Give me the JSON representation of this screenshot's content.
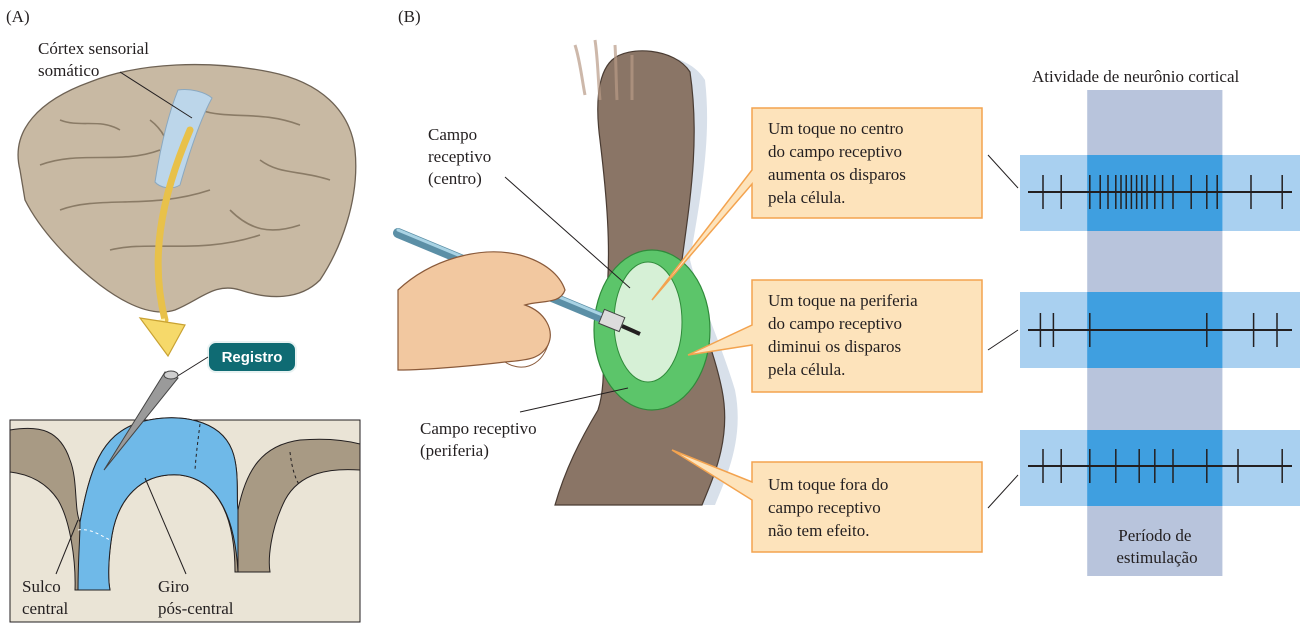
{
  "panel_a": {
    "letter": "(A)",
    "cortex_label": [
      "Córtex sensorial",
      "somático"
    ],
    "recording_badge": "Registro",
    "sulcus_label": [
      "Sulco",
      "central"
    ],
    "gyrus_label": [
      "Giro",
      "pós-central"
    ]
  },
  "panel_b": {
    "letter": "(B)",
    "center_label": [
      "Campo",
      "receptivo",
      "(centro)"
    ],
    "periphery_label": [
      "Campo receptivo",
      "(periferia)"
    ],
    "callouts": [
      {
        "lines": [
          "Um toque no centro",
          "do campo receptivo",
          "aumenta os disparos",
          "pela célula."
        ]
      },
      {
        "lines": [
          "Um toque na periferia",
          "do campo receptivo",
          "diminui os disparos",
          "pela célula."
        ]
      },
      {
        "lines": [
          "Um toque fora do",
          "campo receptivo",
          "não tem efeito."
        ]
      }
    ],
    "activity_title": "Atividade de neurônio cortical",
    "stimulation_label": [
      "Período de",
      "estimulação"
    ]
  },
  "colors": {
    "callout_fill": "#fde3bb",
    "callout_stroke": "#f3a34f",
    "trace_band": "#a9d0f0",
    "trace_band_active": "#3f9fe0",
    "stimulation_column": "#b8c4dc",
    "badge": "#0f6b73",
    "cortex_highlight": "#bcd6ea",
    "brain": "#c8b9a3",
    "section_blue": "#6fb9e8",
    "field_center": "#d6f0d6",
    "field_periphery": "#5cc56a"
  },
  "spike_trains": [
    {
      "condition": "center",
      "spike_times": [
        0.05,
        0.12,
        0.23,
        0.27,
        0.3,
        0.33,
        0.35,
        0.37,
        0.39,
        0.41,
        0.43,
        0.45,
        0.48,
        0.51,
        0.55,
        0.62,
        0.68,
        0.72,
        0.85,
        0.97
      ]
    },
    {
      "condition": "periphery",
      "spike_times": [
        0.04,
        0.09,
        0.23,
        0.68,
        0.86,
        0.95
      ]
    },
    {
      "condition": "outside",
      "spike_times": [
        0.05,
        0.12,
        0.23,
        0.33,
        0.42,
        0.48,
        0.55,
        0.68,
        0.8,
        0.97
      ]
    }
  ],
  "stimulation_period": [
    0.22,
    0.74
  ]
}
